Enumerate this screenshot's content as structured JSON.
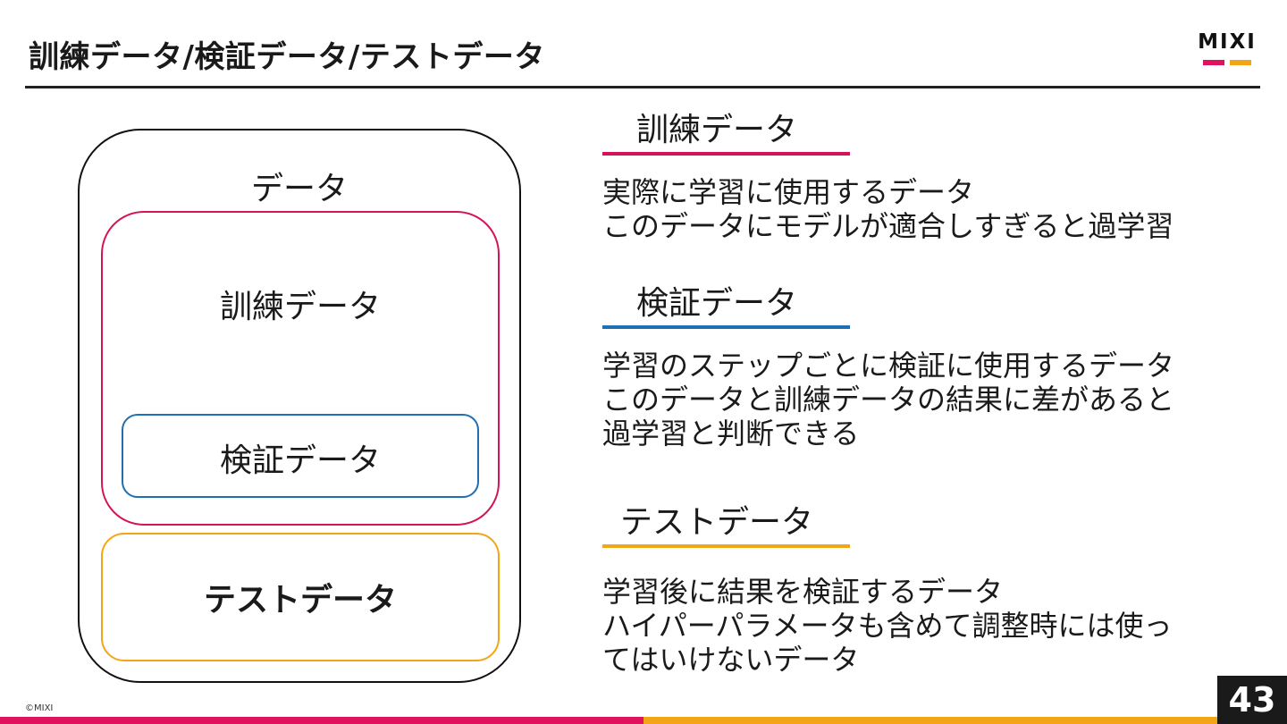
{
  "slide": {
    "title": "訓練データ/検証データ/テストデータ",
    "page_number": "43",
    "copyright": "©MIXI"
  },
  "logo": {
    "text": "MIXI",
    "colors": [
      "#e0115f",
      "#f2a516"
    ]
  },
  "diagram": {
    "outer_label": "データ",
    "train_label": "訓練データ",
    "valid_label": "検証データ",
    "test_label": "テストデータ"
  },
  "sections": [
    {
      "heading": "訓練データ",
      "color": "#d4145a",
      "lines": [
        "実際に学習に使用するデータ",
        "このデータにモデルが適合しすぎると過学習"
      ]
    },
    {
      "heading": "検証データ",
      "color": "#1f6fb2",
      "lines": [
        "学習のステップごとに検証に使用するデータ",
        "このデータと訓練データの結果に差があると",
        "過学習と判断できる"
      ]
    },
    {
      "heading": "テストデータ",
      "color": "#f2a516",
      "lines": [
        "学習後に結果を検証するデータ",
        "ハイパーパラメータも含めて調整時には使っ",
        "てはいけないデータ"
      ]
    }
  ],
  "footer_colors": [
    "#e0115f",
    "#f2a516"
  ]
}
